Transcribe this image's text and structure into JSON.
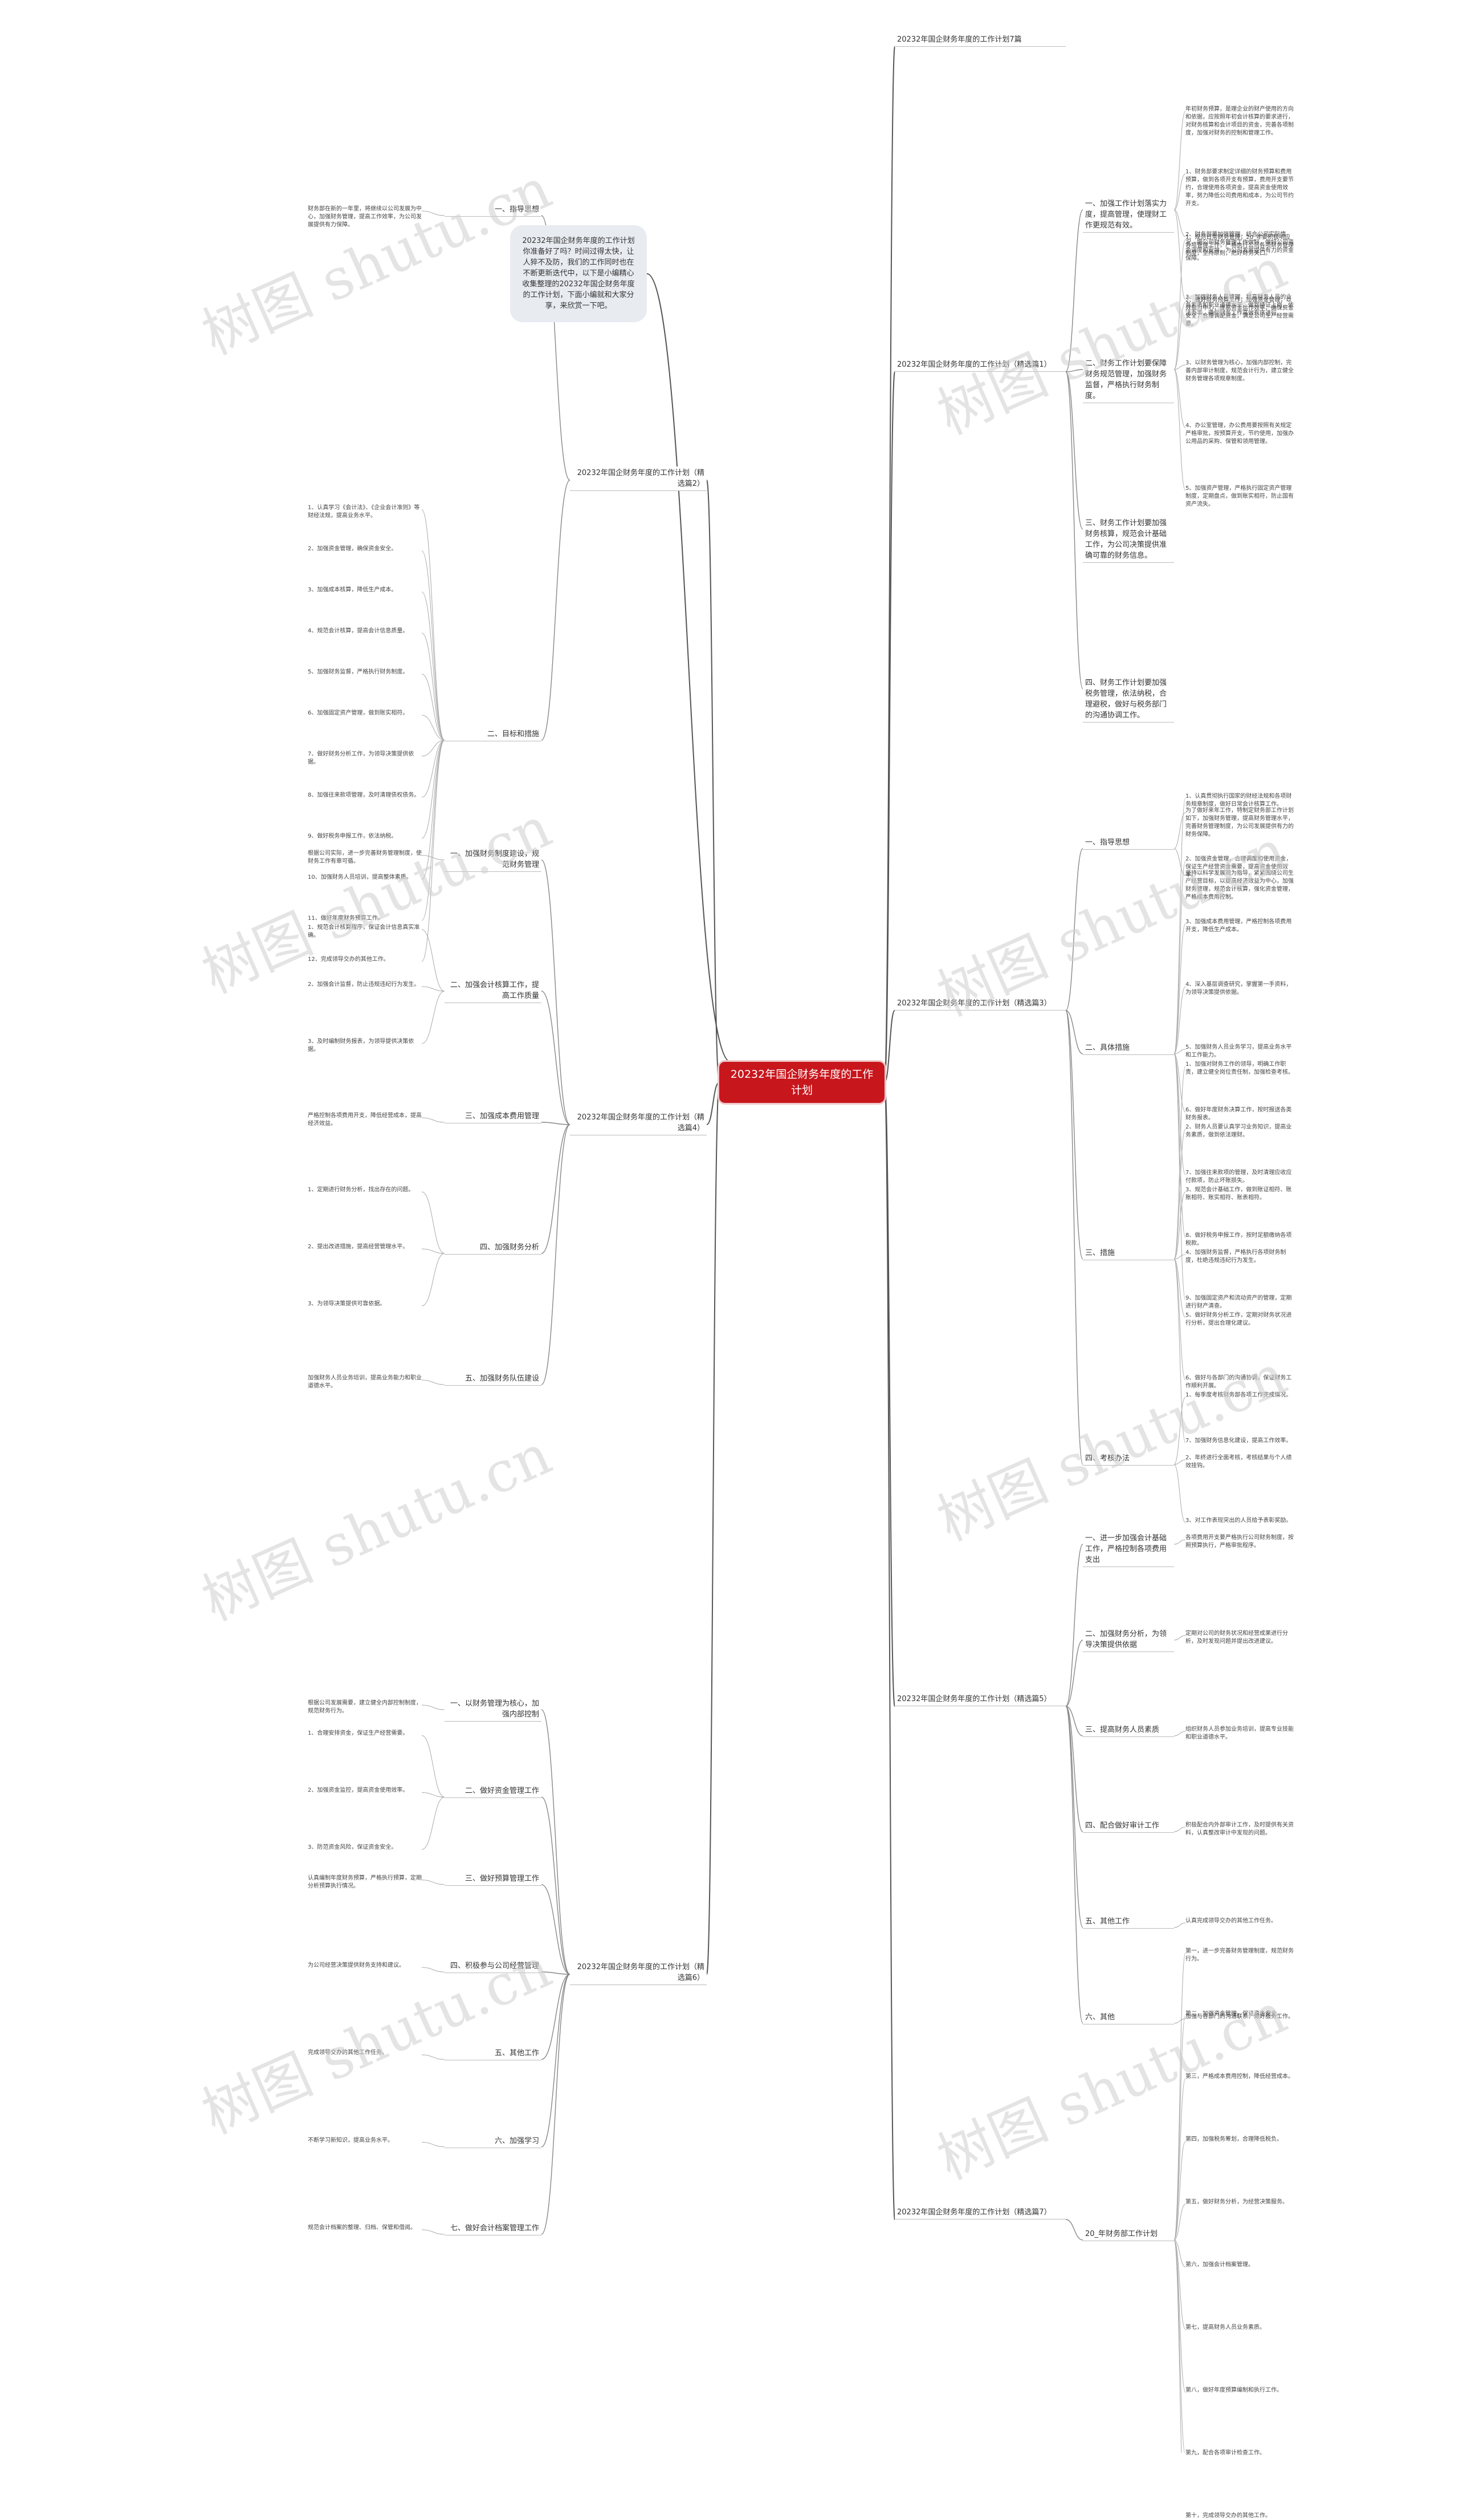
{
  "root": "20232年国企财务年度的工作计划",
  "intro": "20232年国企财务年度的工作计划你准备好了吗？时间过得太快，让人猝不及防，我们的工作同时也在不断更新迭代中，以下是小编精心收集整理的20232年国企财务年度的工作计划，下面小编就和大家分享，来欣赏一下吧。",
  "watermark": "树图 shutu.cn",
  "right_branches": [
    {
      "label": "20232年国企财务年度的工作计划7篇",
      "children": []
    },
    {
      "label": "20232年国企财务年度的工作计划（精选篇1）",
      "children": [
        {
          "label": "一、加强工作计划落实力度，提高管理，使理财工作更规范有效。",
          "details": [
            "年初财务预算，是理企业的财产使用的方向和依据，应按照年初会计核算的要求进行，对财务核算和会计项目的资金，完善各项制度，加强对财务的控制和管理工作。",
            "1、财务部要求制定详细的财务预算和费用预算，做到各项开支有预算，费用开支要节约，合理使用各项资金，提高资金使用效率，努力降低公司费用和成本，为公司节约开支。",
            "2、财务部要加强管理，结合公司实际情况，把公司财务管理工作做好，做好公司资金调度和安排，为公司发展提供有力的资金保障。",
            "3、加强财务人员管理，提高财务人员的业务素质和职业道德水平，做到持证上岗，依法办事，确保财务工作高效有序进行。"
          ]
        },
        {
          "label": "二、财务工作计划要保障财务规范管理，加强财务监督，严格执行财务制度。",
          "details": [
            "1、规范日常财务管理，20_年要积极响应各项管理工作，严格执行公司各项财务管理制度，坚持原则，把好财务关口。",
            "2、做好财务预算工作，加强资金管理，以效益为中心，提高资金运作效率，确保资金安全，合理调配资金，满足公司生产经营需要。",
            "3、以财务管理为核心，加强内部控制，完善内部审计制度，规范会计行为，建立健全财务管理各项规章制度。",
            "4、办公室管理，办公费用要按照有关规定严格审批，按预算开支，节约使用，加强办公用品的采购、保管和领用管理。",
            "5、加强资产管理，严格执行固定资产管理制度，定期盘点，做到账实相符，防止国有资产流失。"
          ]
        },
        {
          "label": "三、财务工作计划要加强财务核算，规范会计基础工作，为公司决策提供准确可靠的财务信息。",
          "details": []
        },
        {
          "label": "四、财务工作计划要加强税务管理，依法纳税，合理避税，做好与税务部门的沟通协调工作。",
          "details": []
        }
      ]
    },
    {
      "label": "20232年国企财务年度的工作计划（精选篇3）",
      "children": [
        {
          "label": "一、指导思想",
          "details": [
            "为了做好来年工作，特制定财务部工作计划如下，加强财务管理，提高财务管理水平，完善财务管理制度，为公司发展提供有力的财务保障。",
            "坚持以科学发展观为指导，紧紧围绕公司生产经营目标，以提高经济效益为中心，加强财务管理，规范会计核算，强化资金管理，严格成本费用控制。"
          ]
        },
        {
          "label": "二、具体措施",
          "details": [
            "1、认真贯彻执行国家的财经法规和各项财务规章制度，做好日常会计核算工作。",
            "2、加强资金管理，合理调度和使用资金，保证生产经营资金需要，提高资金使用效率。",
            "3、加强成本费用管理，严格控制各项费用开支，降低生产成本。",
            "4、深入基层调查研究，掌握第一手资料，为领导决策提供依据。",
            "5、加强财务人员业务学习，提高业务水平和工作能力。",
            "6、做好年度财务决算工作，按时报送各类财务报表。",
            "7、加强往来款项的管理，及时清理应收应付款项，防止坏账损失。",
            "8、做好税务申报工作，按时足额缴纳各项税款。",
            "9、加强固定资产和流动资产的管理，定期进行财产清查。"
          ]
        },
        {
          "label": "三、措施",
          "details": [
            "1、加强对财务工作的领导，明确工作职责，建立健全岗位责任制，加强检查考核。",
            "2、财务人员要认真学习业务知识，提高业务素质，做到依法理财。",
            "3、规范会计基础工作，做到账证相符、账账相符、账实相符、账表相符。",
            "4、加强财务监督，严格执行各项财务制度，杜绝违规违纪行为发生。",
            "5、做好财务分析工作，定期对财务状况进行分析，提出合理化建议。",
            "6、做好与各部门的沟通协调，保证财务工作顺利开展。",
            "7、加强财务信息化建设，提高工作效率。"
          ]
        },
        {
          "label": "四、考核办法",
          "details": [
            "1、每季度考核财务部各项工作完成情况。",
            "2、年终进行全面考核，考核结果与个人绩效挂钩。",
            "3、对工作表现突出的人员给予表彰奖励。"
          ]
        }
      ]
    },
    {
      "label": "20232年国企财务年度的工作计划（精选篇5）",
      "children": [
        {
          "label": "一、进一步加强会计基础工作，严格控制各项费用支出",
          "details": [
            "各项费用开支要严格执行公司财务制度，按照预算执行，严格审批程序。"
          ]
        },
        {
          "label": "二、加强财务分析，为领导决策提供依据",
          "details": [
            "定期对公司的财务状况和经营成果进行分析，及时发现问题并提出改进建议。"
          ]
        },
        {
          "label": "三、提高财务人员素质",
          "details": [
            "组织财务人员参加业务培训，提高专业技能和职业道德水平。"
          ]
        },
        {
          "label": "四、配合做好审计工作",
          "details": [
            "积极配合内外部审计工作，及时提供有关资料，认真整改审计中发现的问题。"
          ]
        },
        {
          "label": "五、其他工作",
          "details": [
            "认真完成领导交办的其他工作任务。"
          ]
        },
        {
          "label": "六、其他",
          "details": [
            "加强与各部门的沟通联系，做好服务工作。"
          ]
        }
      ]
    },
    {
      "label": "20232年国企财务年度的工作计划（精选篇7）",
      "children": [
        {
          "label": "20_年财务部工作计划",
          "details": [
            "第一，进一步完善财务管理制度，规范财务行为。",
            "第二，加强资金管理，保证资金安全。",
            "第三，严格成本费用控制，降低经营成本。",
            "第四，加强税务筹划，合理降低税负。",
            "第五，做好财务分析，为经营决策服务。",
            "第六，加强会计档案管理。",
            "第七，提高财务人员业务素质。",
            "第八，做好年度预算编制和执行工作。",
            "第九，配合各项审计检查工作。",
            "第十，完成领导交办的其他工作。"
          ]
        }
      ]
    }
  ],
  "left_branches": [
    {
      "label": "20232年国企财务年度的工作计划（精选篇2）",
      "children": [
        {
          "label": "一、指导思想",
          "details": [
            "财务部在新的一年里，将继续以公司发展为中心，加强财务管理，提高工作效率，为公司发展提供有力保障。"
          ]
        },
        {
          "label": "二、目标和措施",
          "details": [
            "1、认真学习《会计法》、《企业会计准则》等财经法规，提高业务水平。",
            "2、加强资金管理，确保资金安全。",
            "3、加强成本核算，降低生产成本。",
            "4、规范会计核算，提高会计信息质量。",
            "5、加强财务监督，严格执行财务制度。",
            "6、加强固定资产管理，做到账实相符。",
            "7、做好财务分析工作，为领导决策提供依据。",
            "8、加强往来款项管理，及时清理债权债务。",
            "9、做好税务申报工作，依法纳税。",
            "10、加强财务人员培训，提高整体素质。",
            "11、做好年度财务预算工作。",
            "12、完成领导交办的其他工作。"
          ]
        }
      ]
    },
    {
      "label": "20232年国企财务年度的工作计划（精选篇4）",
      "children": [
        {
          "label": "一、加强财务制度建设，规范财务管理",
          "details": [
            "根据公司实际，进一步完善财务管理制度，使财务工作有章可循。"
          ]
        },
        {
          "label": "二、加强会计核算工作，提高工作质量",
          "details": [
            "1、规范会计核算程序，保证会计信息真实准确。",
            "2、加强会计监督，防止违规违纪行为发生。",
            "3、及时编制财务报表，为领导提供决策依据。"
          ]
        },
        {
          "label": "三、加强成本费用管理",
          "details": [
            "严格控制各项费用开支，降低经营成本，提高经济效益。"
          ]
        },
        {
          "label": "四、加强财务分析",
          "details": [
            "1、定期进行财务分析，找出存在的问题。",
            "2、提出改进措施，提高经营管理水平。",
            "3、为领导决策提供可靠依据。"
          ]
        },
        {
          "label": "五、加强财务队伍建设",
          "details": [
            "加强财务人员业务培训，提高业务能力和职业道德水平。"
          ]
        }
      ]
    },
    {
      "label": "20232年国企财务年度的工作计划（精选篇6）",
      "children": [
        {
          "label": "一、以财务管理为核心，加强内部控制",
          "details": [
            "根据公司发展需要，建立健全内部控制制度，规范财务行为。"
          ]
        },
        {
          "label": "二、做好资金管理工作",
          "details": [
            "1、合理安排资金，保证生产经营需要。",
            "2、加强资金监控，提高资金使用效率。",
            "3、防范资金风险，保证资金安全。"
          ]
        },
        {
          "label": "三、做好预算管理工作",
          "details": [
            "认真编制年度财务预算，严格执行预算，定期分析预算执行情况。"
          ]
        },
        {
          "label": "四、积极参与公司经营管理",
          "details": [
            "为公司经营决策提供财务支持和建议。"
          ]
        },
        {
          "label": "五、其他工作",
          "details": [
            "完成领导交办的其他工作任务。"
          ]
        },
        {
          "label": "六、加强学习",
          "details": [
            "不断学习新知识，提高业务水平。"
          ]
        },
        {
          "label": "七、做好会计档案管理工作",
          "details": [
            "规范会计档案的整理、归档、保管和借阅。"
          ]
        }
      ]
    }
  ]
}
